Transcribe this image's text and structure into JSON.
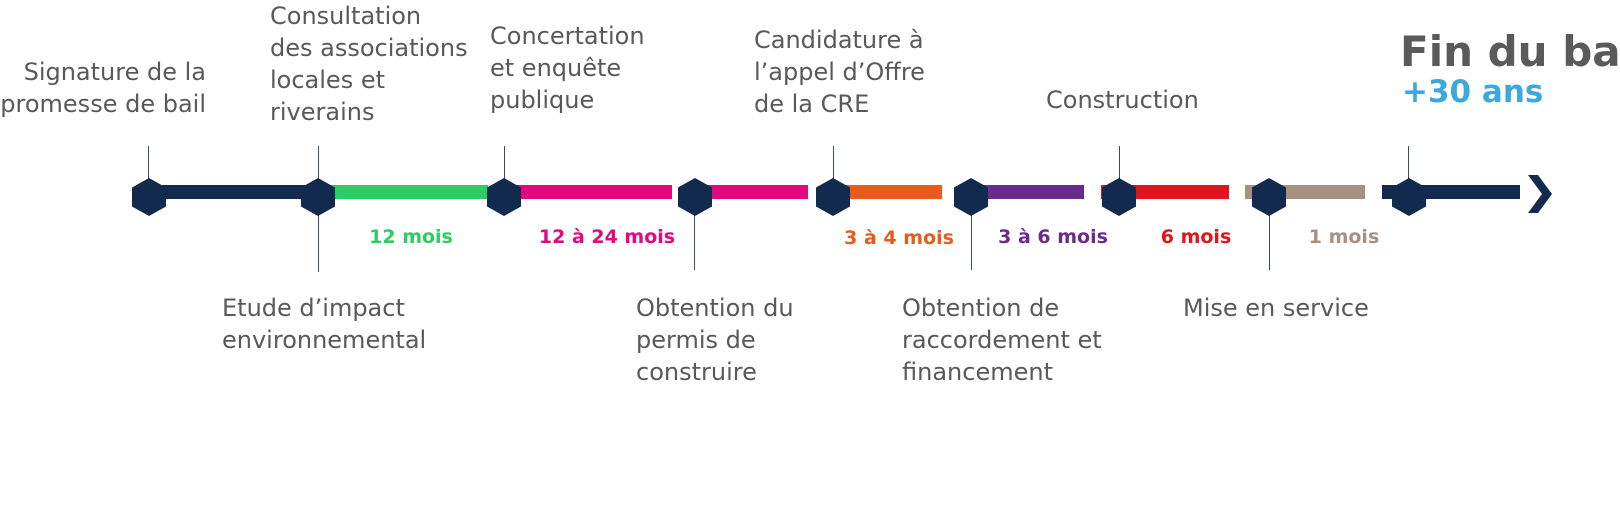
{
  "colors": {
    "navy": "#112a4d",
    "tick": "#3b4a63",
    "label": "#595959",
    "green": "#2ecc64",
    "magenta": "#e2097f",
    "orange": "#e85a1e",
    "purple": "#6a2c8c",
    "red": "#e0141c",
    "taupe": "#a89080",
    "accent": "#3ea8de"
  },
  "milestones_above": [
    "Signature de la\npromesse de bail",
    "Consultation\ndes associations\nlocales et\nriverains",
    "Concertation\net enquête\npublique",
    "Candidature à\nl’appel d’Offre\nde la CRE",
    "Construction"
  ],
  "milestones_below": [
    "Etude d’impact\nenvironnemental",
    "Obtention du\npermis de\nconstruire",
    "Obtention de\nraccordement et\nfinancement",
    "Mise en service"
  ],
  "durations": [
    "12 mois",
    "12 à 24 mois",
    "3 à 4 mois",
    "3 à 6 mois",
    "6 mois",
    "1 mois"
  ],
  "end": {
    "title": "Fin du bail",
    "subtitle": "+30 ans"
  },
  "icons": {
    "node": "hexagon-icon",
    "end": "arrow-right-icon"
  }
}
